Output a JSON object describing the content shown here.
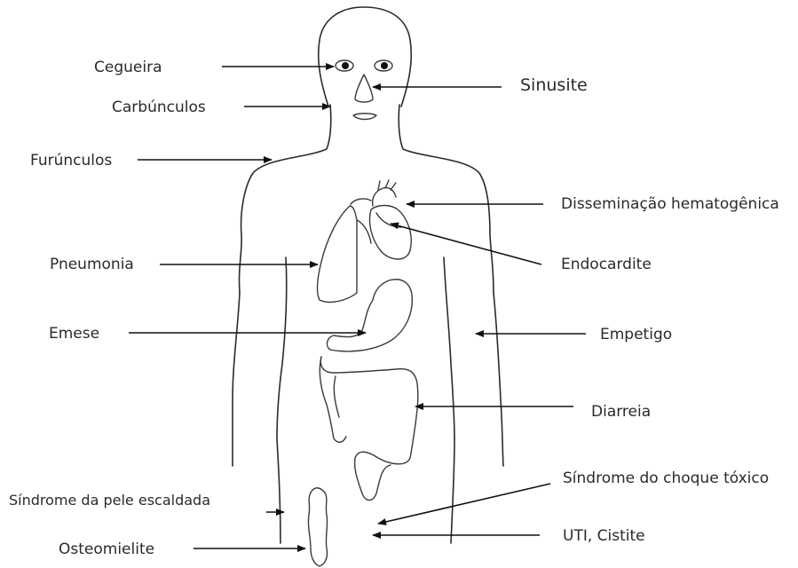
{
  "labels": {
    "cegueira": "Cegueira",
    "carbunculos": "Carbúnculos",
    "furunculos": "Furúnculos",
    "pneumonia": "Pneumonia",
    "emese": "Emese",
    "sindrome_pele": "Síndrome da pele escaldada",
    "osteomielite": "Osteomielite",
    "sinusite": "Sinusite",
    "disseminacao": "Disseminação hematogênica",
    "endocardite": "Endocardite",
    "empetigo": "Empetigo",
    "diarreia": "Diarreia",
    "choque_toxico": "Síndrome do choque tóxico",
    "uti_cistite": "UTI, Cistite"
  }
}
